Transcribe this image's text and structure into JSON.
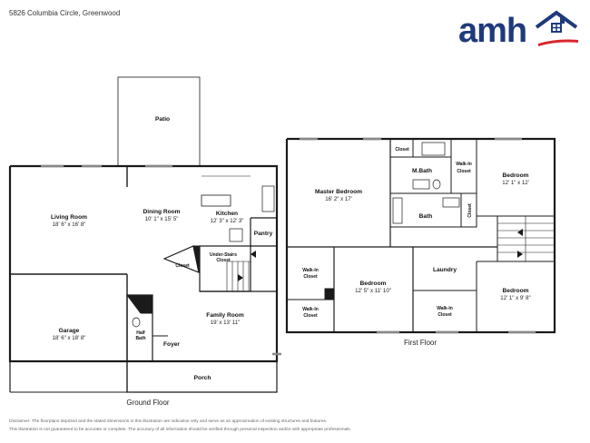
{
  "header": {
    "address": "5826 Columbia Circle, Greenwood"
  },
  "logo": {
    "text": "amh",
    "primary_color": "#1e3a7b",
    "accent_color": "#d9262e",
    "icon": "house-roof-icon"
  },
  "ground_floor": {
    "caption": "Ground Floor",
    "rooms": {
      "patio": {
        "name": "Patio"
      },
      "living_room": {
        "name": "Living Room",
        "dims": "18' 6\" x 16' 8\""
      },
      "dining_room": {
        "name": "Dining Room",
        "dims": "10' 1\" x 15' 5\""
      },
      "kitchen": {
        "name": "Kitchen",
        "dims": "12' 3\" x 12' 3\""
      },
      "pantry": {
        "name": "Pantry"
      },
      "closet": {
        "name": "Closet"
      },
      "under_stairs_closet": {
        "line1": "Under-Stairs",
        "line2": "Closet"
      },
      "garage": {
        "name": "Garage",
        "dims": "18' 6\" x 18' 8\""
      },
      "half_bath": {
        "line1": "Half",
        "line2": "Bath"
      },
      "family_room": {
        "name": "Family Room",
        "dims": "19' x 13' 11\""
      },
      "foyer": {
        "name": "Foyer"
      },
      "porch": {
        "name": "Porch"
      }
    }
  },
  "first_floor": {
    "caption": "First Floor",
    "rooms": {
      "master_bedroom": {
        "name": "Master Bedroom",
        "dims": "16' 2\" x 17'"
      },
      "closet_top": {
        "name": "Closet"
      },
      "master_bath": {
        "name": "M.Bath"
      },
      "walkin_top_line1": "Walk-In",
      "walkin_top_line2": "Closet",
      "bedroom_top_right": {
        "name": "Bedroom",
        "dims": "12' 1\" x 12'"
      },
      "bath": {
        "name": "Bath"
      },
      "closet_vertical": {
        "name": "Closet"
      },
      "walkin_left_a": {
        "line1": "Walk-In",
        "line2": "Closet"
      },
      "walkin_left_b": {
        "line1": "Walk-In",
        "line2": "Closet"
      },
      "bedroom_middle": {
        "name": "Bedroom",
        "dims": "12' 5\" x 11' 10\""
      },
      "laundry": {
        "name": "Laundry"
      },
      "walkin_bottom": {
        "line1": "Walk-In",
        "line2": "Closet"
      },
      "bedroom_bottom_right": {
        "name": "Bedroom",
        "dims": "12' 1\" x 9' 8\""
      }
    }
  },
  "disclaimer": {
    "line1": "Disclaimer: The floorplans depicted and the stated dimensions in this illustration are indicative only and serve as an approximation of existing structures and features.",
    "line2": "This illustration is not guaranteed to be accurate or complete. The accuracy of all information should be verified through personal inspection and/or with appropriate professionals."
  }
}
